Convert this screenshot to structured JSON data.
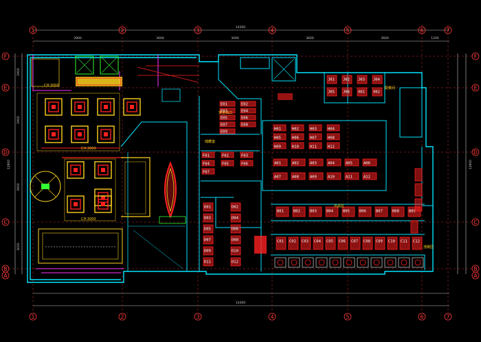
{
  "axes": {
    "columns": [
      "1",
      "2",
      "3",
      "4",
      "5",
      "6",
      "7"
    ],
    "rows": [
      "F",
      "E",
      "D",
      "C",
      "B",
      "A"
    ]
  },
  "dimensions": {
    "top_total": "14300",
    "top_segments": [
      "3900",
      "3600",
      "3000",
      "3600",
      "3600",
      "1200"
    ],
    "left_segments": [
      "2900",
      "2900",
      "3900",
      "3000"
    ],
    "left_total": "12600"
  },
  "room_notes": {
    "ceiling_1": "CH:3000",
    "ceiling_2": "CH:3000",
    "ceiling_3": "CH:3000",
    "area_a": "安全出口",
    "area_b": "储藏室",
    "area_c": "出品区",
    "area_d": "配菜间",
    "area_e": "洗碗区"
  },
  "equipment_codes": [
    "E01",
    "E02",
    "E03",
    "E04",
    "E05",
    "E06",
    "E07",
    "E08",
    "E09",
    "F01",
    "F02",
    "F03",
    "F04",
    "F05",
    "F06",
    "F07",
    "H01",
    "H02",
    "H03",
    "H04",
    "H05",
    "H06",
    "H07",
    "H08",
    "H09",
    "H10",
    "H11",
    "H12",
    "A01",
    "A02",
    "A03",
    "A04",
    "A05",
    "A06",
    "A07",
    "A08",
    "A09",
    "A10",
    "A11",
    "A12",
    "B01",
    "B02",
    "B03",
    "B04",
    "B05",
    "B06",
    "B07",
    "B08",
    "B09",
    "C01",
    "C02",
    "C03",
    "C04",
    "C05",
    "C06",
    "C07",
    "C08",
    "C09",
    "C10",
    "C11",
    "C12",
    "D01",
    "D02",
    "D03",
    "D04",
    "D05",
    "D06",
    "D07",
    "D08",
    "D09",
    "D10",
    "D11",
    "D12",
    "J01",
    "J02",
    "J03",
    "J04",
    "J05",
    "J06",
    "X01",
    "X02"
  ],
  "colors": {
    "background": "#000000",
    "walls": "#00e5ff",
    "equipment": "#ff2020",
    "labels": "#ffffff",
    "accent": "#ffd21f",
    "partition": "#ff33ff",
    "fixtures": "#33ff33",
    "dims": "#c8c8c8"
  }
}
